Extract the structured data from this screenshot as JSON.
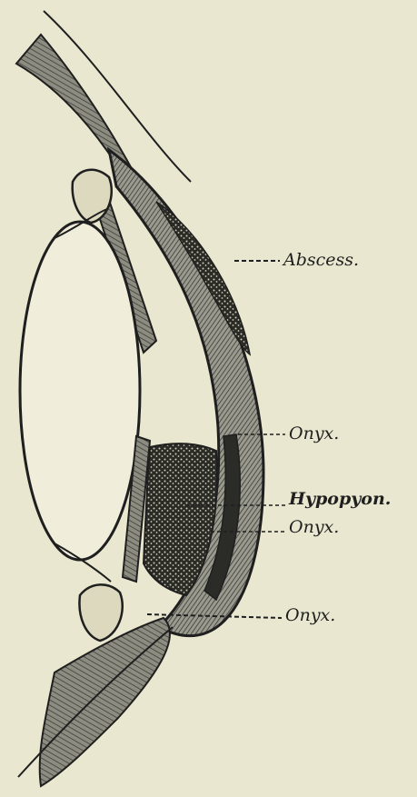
{
  "figure": {
    "labels": {
      "abscess": "Abscess.",
      "onyx_upper": "Onyx.",
      "hypopyon": "Hypopyon.",
      "onyx_middle": "Onyx.",
      "onyx_lower": "Onyx."
    }
  },
  "colors": {
    "paper": "#e9e7cf",
    "ink": "#1f1f1f",
    "cornea_fill": "#8a8a7e",
    "lens_fill": "#f0eedb"
  }
}
